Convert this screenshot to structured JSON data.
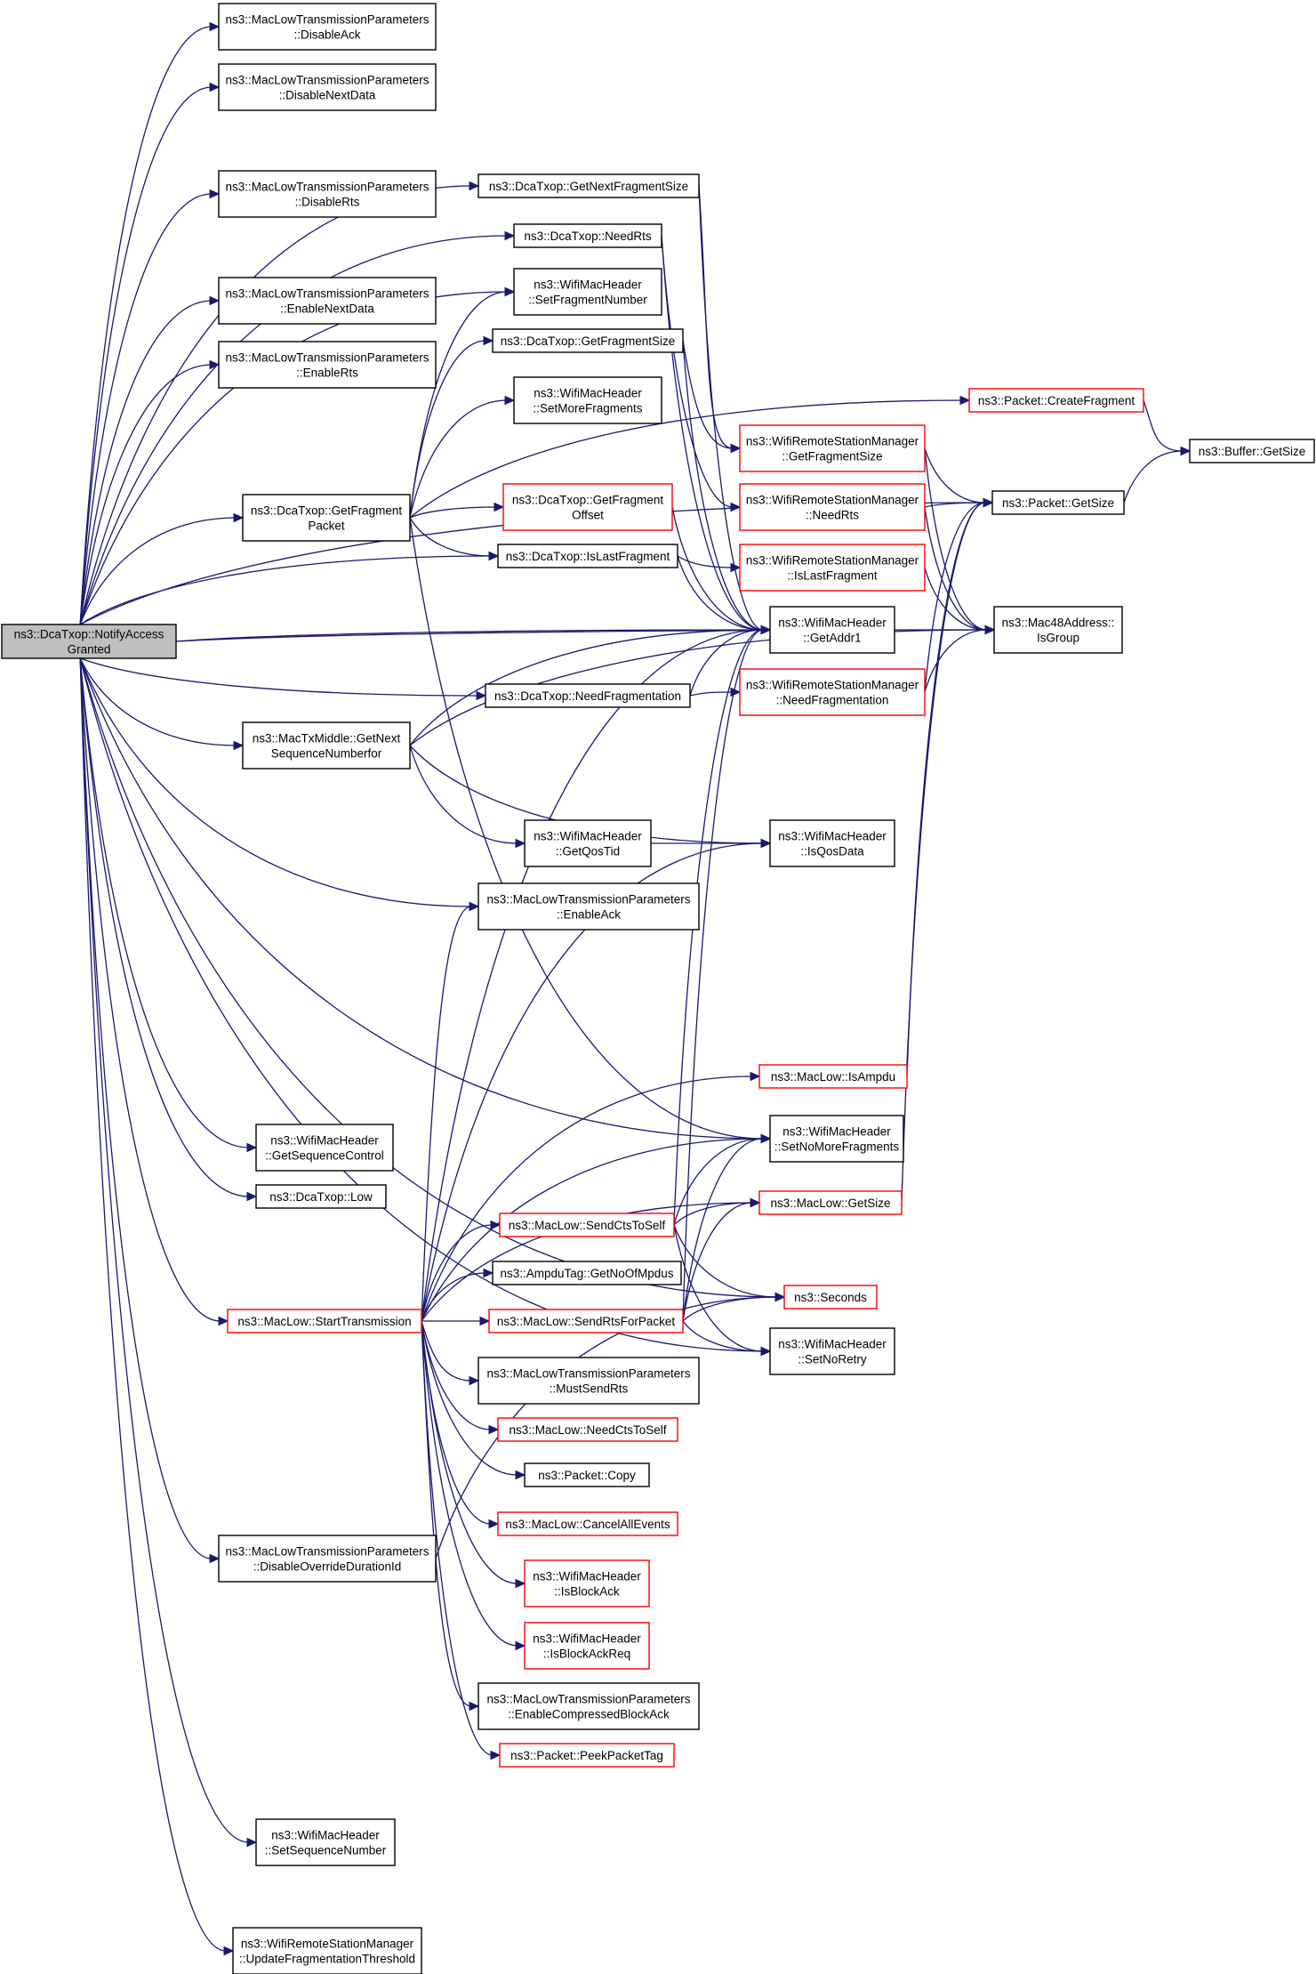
{
  "colors": {
    "edge": "#191970",
    "node_border_normal": "#000000",
    "node_border_truncated": "#ff0000",
    "node_fill_root": "#bfbfbf",
    "node_fill": "#ffffff"
  },
  "nodes": [
    {
      "id": "root",
      "lines": [
        "ns3::DcaTxop::NotifyAccess",
        "Granted"
      ],
      "style": "root"
    },
    {
      "id": "disableAck",
      "lines": [
        "ns3::MacLowTransmissionParameters",
        "::DisableAck"
      ],
      "style": "normal"
    },
    {
      "id": "disableNextData",
      "lines": [
        "ns3::MacLowTransmissionParameters",
        "::DisableNextData"
      ],
      "style": "normal"
    },
    {
      "id": "disableRts",
      "lines": [
        "ns3::MacLowTransmissionParameters",
        "::DisableRts"
      ],
      "style": "normal"
    },
    {
      "id": "enableNextData",
      "lines": [
        "ns3::MacLowTransmissionParameters",
        "::EnableNextData"
      ],
      "style": "normal"
    },
    {
      "id": "enableRts",
      "lines": [
        "ns3::MacLowTransmissionParameters",
        "::EnableRts"
      ],
      "style": "normal"
    },
    {
      "id": "getNextFragmentSize",
      "lines": [
        "ns3::DcaTxop::GetNextFragmentSize"
      ],
      "style": "normal"
    },
    {
      "id": "needRts",
      "lines": [
        "ns3::DcaTxop::NeedRts"
      ],
      "style": "normal"
    },
    {
      "id": "setFragmentNumber",
      "lines": [
        "ns3::WifiMacHeader",
        "::SetFragmentNumber"
      ],
      "style": "normal"
    },
    {
      "id": "getFragmentSize",
      "lines": [
        "ns3::DcaTxop::GetFragmentSize"
      ],
      "style": "normal"
    },
    {
      "id": "setMoreFragments",
      "lines": [
        "ns3::WifiMacHeader",
        "::SetMoreFragments"
      ],
      "style": "normal"
    },
    {
      "id": "getFragmentPacket",
      "lines": [
        "ns3::DcaTxop::GetFragment",
        "Packet"
      ],
      "style": "normal"
    },
    {
      "id": "getFragmentOffset",
      "lines": [
        "ns3::DcaTxop::GetFragment",
        "Offset"
      ],
      "style": "truncated"
    },
    {
      "id": "isLastFragment",
      "lines": [
        "ns3::DcaTxop::IsLastFragment"
      ],
      "style": "normal"
    },
    {
      "id": "createFragment",
      "lines": [
        "ns3::Packet::CreateFragment"
      ],
      "style": "truncated"
    },
    {
      "id": "bufferGetSize",
      "lines": [
        "ns3::Buffer::GetSize"
      ],
      "style": "normal"
    },
    {
      "id": "rsmGetFragmentSize",
      "lines": [
        "ns3::WifiRemoteStationManager",
        "::GetFragmentSize"
      ],
      "style": "truncated"
    },
    {
      "id": "packetGetSize",
      "lines": [
        "ns3::Packet::GetSize"
      ],
      "style": "normal"
    },
    {
      "id": "rsmNeedRts",
      "lines": [
        "ns3::WifiRemoteStationManager",
        "::NeedRts"
      ],
      "style": "truncated"
    },
    {
      "id": "rsmIsLastFragment",
      "lines": [
        "ns3::WifiRemoteStationManager",
        "::IsLastFragment"
      ],
      "style": "truncated"
    },
    {
      "id": "getAddr1",
      "lines": [
        "ns3::WifiMacHeader",
        "::GetAddr1"
      ],
      "style": "normal"
    },
    {
      "id": "isGroup",
      "lines": [
        "ns3::Mac48Address::",
        "IsGroup"
      ],
      "style": "normal"
    },
    {
      "id": "needFragmentation",
      "lines": [
        "ns3::DcaTxop::NeedFragmentation"
      ],
      "style": "normal"
    },
    {
      "id": "rsmNeedFragmentation",
      "lines": [
        "ns3::WifiRemoteStationManager",
        "::NeedFragmentation"
      ],
      "style": "truncated"
    },
    {
      "id": "getNextSeq",
      "lines": [
        "ns3::MacTxMiddle::GetNext",
        "SequenceNumberfor"
      ],
      "style": "normal"
    },
    {
      "id": "getQosTid",
      "lines": [
        "ns3::WifiMacHeader",
        "::GetQosTid"
      ],
      "style": "normal"
    },
    {
      "id": "isQosData",
      "lines": [
        "ns3::WifiMacHeader",
        "::IsQosData"
      ],
      "style": "normal"
    },
    {
      "id": "enableAck",
      "lines": [
        "ns3::MacLowTransmissionParameters",
        "::EnableAck"
      ],
      "style": "normal"
    },
    {
      "id": "isAmpdu",
      "lines": [
        "ns3::MacLow::IsAmpdu"
      ],
      "style": "truncated"
    },
    {
      "id": "getSequenceControl",
      "lines": [
        "ns3::WifiMacHeader",
        "::GetSequenceControl"
      ],
      "style": "normal"
    },
    {
      "id": "setNoMoreFragments",
      "lines": [
        "ns3::WifiMacHeader",
        "::SetNoMoreFragments"
      ],
      "style": "normal"
    },
    {
      "id": "low",
      "lines": [
        "ns3::DcaTxop::Low"
      ],
      "style": "normal"
    },
    {
      "id": "macLowGetSize",
      "lines": [
        "ns3::MacLow::GetSize"
      ],
      "style": "truncated"
    },
    {
      "id": "sendCtsToSelf",
      "lines": [
        "ns3::MacLow::SendCtsToSelf"
      ],
      "style": "truncated"
    },
    {
      "id": "getNoOfMpdus",
      "lines": [
        "ns3::AmpduTag::GetNoOfMpdus"
      ],
      "style": "normal"
    },
    {
      "id": "seconds",
      "lines": [
        "ns3::Seconds"
      ],
      "style": "truncated"
    },
    {
      "id": "startTransmission",
      "lines": [
        "ns3::MacLow::StartTransmission"
      ],
      "style": "truncated"
    },
    {
      "id": "sendRtsForPacket",
      "lines": [
        "ns3::MacLow::SendRtsForPacket"
      ],
      "style": "truncated"
    },
    {
      "id": "setNoRetry",
      "lines": [
        "ns3::WifiMacHeader",
        "::SetNoRetry"
      ],
      "style": "normal"
    },
    {
      "id": "mustSendRts",
      "lines": [
        "ns3::MacLowTransmissionParameters",
        "::MustSendRts"
      ],
      "style": "normal"
    },
    {
      "id": "needCtsToSelf",
      "lines": [
        "ns3::MacLow::NeedCtsToSelf"
      ],
      "style": "truncated"
    },
    {
      "id": "packetCopy",
      "lines": [
        "ns3::Packet::Copy"
      ],
      "style": "normal"
    },
    {
      "id": "cancelAllEvents",
      "lines": [
        "ns3::MacLow::CancelAllEvents"
      ],
      "style": "truncated"
    },
    {
      "id": "disableOverrideDurationId",
      "lines": [
        "ns3::MacLowTransmissionParameters",
        "::DisableOverrideDurationId"
      ],
      "style": "normal"
    },
    {
      "id": "isBlockAck",
      "lines": [
        "ns3::WifiMacHeader",
        "::IsBlockAck"
      ],
      "style": "truncated"
    },
    {
      "id": "isBlockAckReq",
      "lines": [
        "ns3::WifiMacHeader",
        "::IsBlockAckReq"
      ],
      "style": "truncated"
    },
    {
      "id": "enableCompressedBlockAck",
      "lines": [
        "ns3::MacLowTransmissionParameters",
        "::EnableCompressedBlockAck"
      ],
      "style": "normal"
    },
    {
      "id": "peekPacketTag",
      "lines": [
        "ns3::Packet::PeekPacketTag"
      ],
      "style": "truncated"
    },
    {
      "id": "setSequenceNumber",
      "lines": [
        "ns3::WifiMacHeader",
        "::SetSequenceNumber"
      ],
      "style": "normal"
    },
    {
      "id": "updateFragThreshold",
      "lines": [
        "ns3::WifiRemoteStationManager",
        "::UpdateFragmentationThreshold"
      ],
      "style": "normal"
    }
  ],
  "edges": [
    [
      "root",
      "disableAck"
    ],
    [
      "root",
      "disableNextData"
    ],
    [
      "root",
      "disableRts"
    ],
    [
      "root",
      "enableNextData"
    ],
    [
      "root",
      "enableRts"
    ],
    [
      "root",
      "getNextFragmentSize"
    ],
    [
      "root",
      "needRts"
    ],
    [
      "root",
      "setFragmentNumber"
    ],
    [
      "root",
      "getFragmentPacket"
    ],
    [
      "root",
      "isLastFragment"
    ],
    [
      "root",
      "getAddr1"
    ],
    [
      "root",
      "needFragmentation"
    ],
    [
      "root",
      "getNextSeq"
    ],
    [
      "root",
      "enableAck"
    ],
    [
      "root",
      "setNoMoreFragments"
    ],
    [
      "root",
      "getSequenceControl"
    ],
    [
      "root",
      "low"
    ],
    [
      "root",
      "startTransmission"
    ],
    [
      "root",
      "disableOverrideDurationId"
    ],
    [
      "root",
      "setSequenceNumber"
    ],
    [
      "root",
      "updateFragThreshold"
    ],
    [
      "root",
      "packetGetSize"
    ],
    [
      "root",
      "isGroup"
    ],
    [
      "root",
      "seconds"
    ],
    [
      "root",
      "setNoRetry"
    ],
    [
      "getNextFragmentSize",
      "rsmGetFragmentSize"
    ],
    [
      "getNextFragmentSize",
      "getAddr1"
    ],
    [
      "needRts",
      "rsmNeedRts"
    ],
    [
      "needRts",
      "getAddr1"
    ],
    [
      "getFragmentSize",
      "rsmGetFragmentSize"
    ],
    [
      "getFragmentSize",
      "getAddr1"
    ],
    [
      "getFragmentPacket",
      "setFragmentNumber"
    ],
    [
      "getFragmentPacket",
      "getFragmentSize"
    ],
    [
      "getFragmentPacket",
      "setMoreFragments"
    ],
    [
      "getFragmentPacket",
      "getFragmentOffset"
    ],
    [
      "getFragmentPacket",
      "isLastFragment"
    ],
    [
      "getFragmentPacket",
      "createFragment"
    ],
    [
      "getFragmentPacket",
      "setNoMoreFragments"
    ],
    [
      "getFragmentOffset",
      "getAddr1"
    ],
    [
      "isLastFragment",
      "rsmIsLastFragment"
    ],
    [
      "isLastFragment",
      "getAddr1"
    ],
    [
      "createFragment",
      "bufferGetSize"
    ],
    [
      "packetGetSize",
      "bufferGetSize"
    ],
    [
      "rsmGetFragmentSize",
      "packetGetSize"
    ],
    [
      "rsmGetFragmentSize",
      "isGroup"
    ],
    [
      "rsmNeedRts",
      "packetGetSize"
    ],
    [
      "rsmNeedRts",
      "isGroup"
    ],
    [
      "rsmIsLastFragment",
      "isGroup"
    ],
    [
      "needFragmentation",
      "rsmNeedFragmentation"
    ],
    [
      "needFragmentation",
      "getAddr1"
    ],
    [
      "rsmNeedFragmentation",
      "packetGetSize"
    ],
    [
      "rsmNeedFragmentation",
      "isGroup"
    ],
    [
      "getNextSeq",
      "getQosTid"
    ],
    [
      "getNextSeq",
      "isQosData"
    ],
    [
      "getNextSeq",
      "getAddr1"
    ],
    [
      "getNextSeq",
      "isGroup"
    ],
    [
      "getQosTid",
      "isQosData"
    ],
    [
      "isAmpdu",
      "packetGetSize"
    ],
    [
      "macLowGetSize",
      "packetGetSize"
    ],
    [
      "sendCtsToSelf",
      "macLowGetSize"
    ],
    [
      "sendCtsToSelf",
      "seconds"
    ],
    [
      "sendCtsToSelf",
      "setNoMoreFragments"
    ],
    [
      "sendCtsToSelf",
      "setNoRetry"
    ],
    [
      "sendCtsToSelf",
      "getAddr1"
    ],
    [
      "sendRtsForPacket",
      "macLowGetSize"
    ],
    [
      "sendRtsForPacket",
      "seconds"
    ],
    [
      "sendRtsForPacket",
      "setNoRetry"
    ],
    [
      "sendRtsForPacket",
      "setNoMoreFragments"
    ],
    [
      "sendRtsForPacket",
      "getAddr1"
    ],
    [
      "startTransmission",
      "sendCtsToSelf"
    ],
    [
      "startTransmission",
      "getNoOfMpdus"
    ],
    [
      "startTransmission",
      "sendRtsForPacket"
    ],
    [
      "startTransmission",
      "mustSendRts"
    ],
    [
      "startTransmission",
      "needCtsToSelf"
    ],
    [
      "startTransmission",
      "packetCopy"
    ],
    [
      "startTransmission",
      "cancelAllEvents"
    ],
    [
      "startTransmission",
      "isBlockAck"
    ],
    [
      "startTransmission",
      "isBlockAckReq"
    ],
    [
      "startTransmission",
      "enableCompressedBlockAck"
    ],
    [
      "startTransmission",
      "peekPacketTag"
    ],
    [
      "startTransmission",
      "isAmpdu"
    ],
    [
      "startTransmission",
      "macLowGetSize"
    ],
    [
      "startTransmission",
      "enableAck"
    ],
    [
      "startTransmission",
      "isQosData"
    ],
    [
      "startTransmission",
      "getAddr1"
    ],
    [
      "startTransmission",
      "setNoMoreFragments"
    ],
    [
      "disableOverrideDurationId",
      "seconds"
    ]
  ]
}
